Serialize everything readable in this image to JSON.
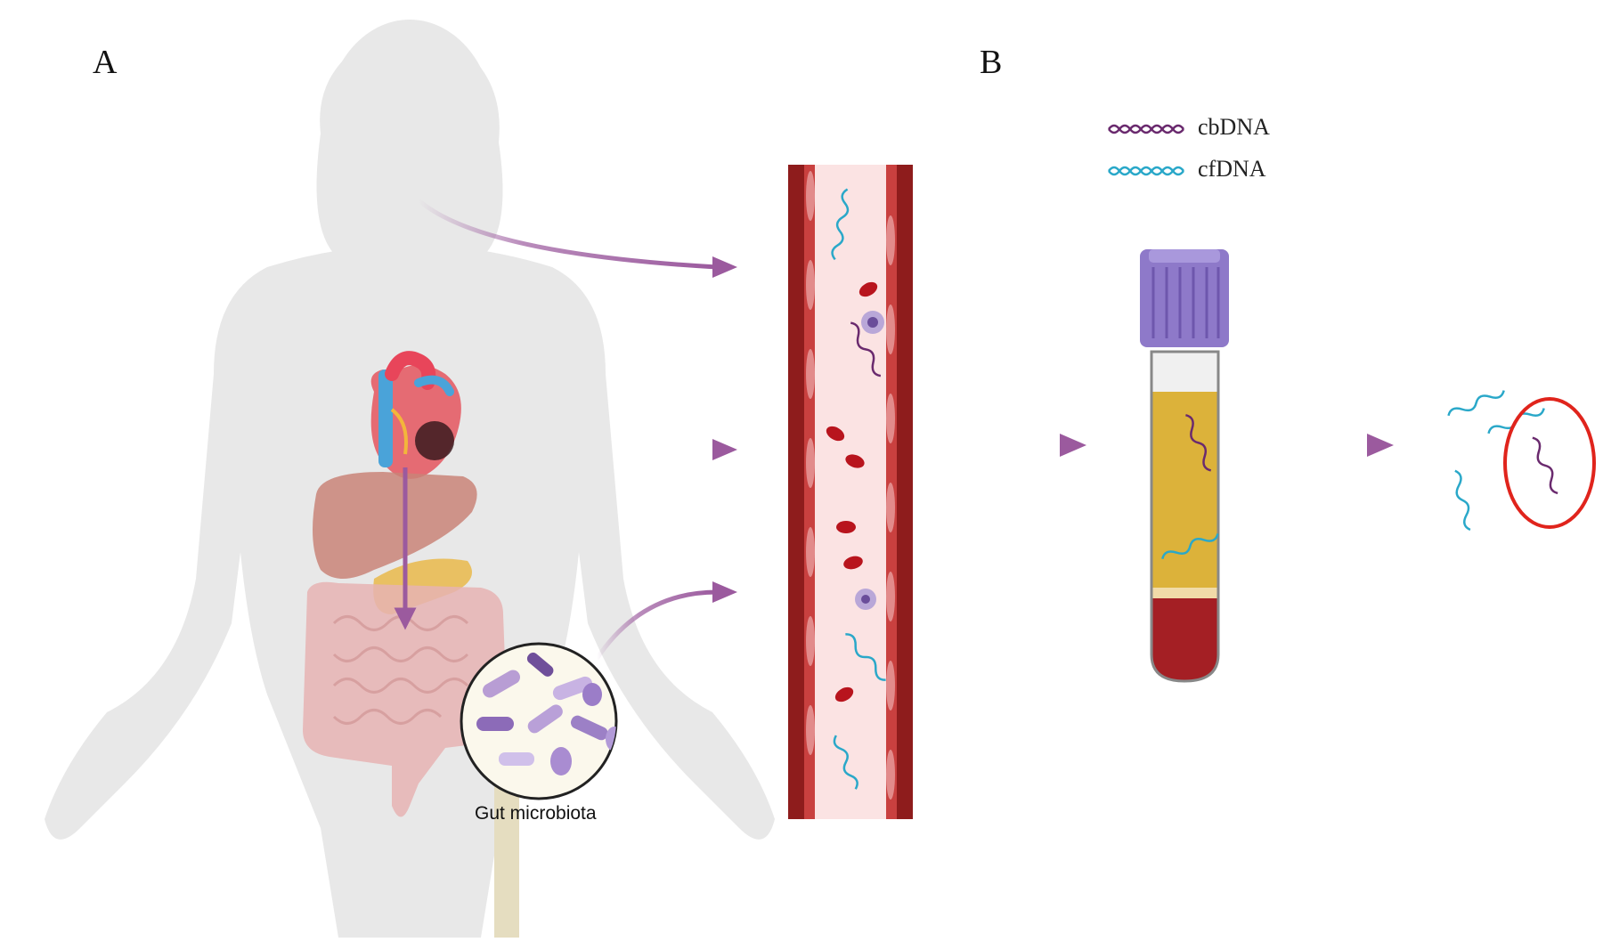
{
  "panels": {
    "a_label": "A",
    "b_label": "B"
  },
  "legend": [
    {
      "label": "cbDNA",
      "color": "#6a2a6e"
    },
    {
      "label": "cfDNA",
      "color": "#2aa8c9"
    }
  ],
  "gut": {
    "caption": "Gut microbiota"
  },
  "colors": {
    "arrow": "#9b5a9e",
    "body": "#e8e8e8",
    "vessel_wall": "#8e1c1c",
    "plasma": "#dcb23a",
    "blood": "#a41f24",
    "cap": "#8e79c9",
    "highlight_ring": "#e0241c",
    "cbdna": "#6a2a6e",
    "cfdna": "#2aa8c9"
  }
}
